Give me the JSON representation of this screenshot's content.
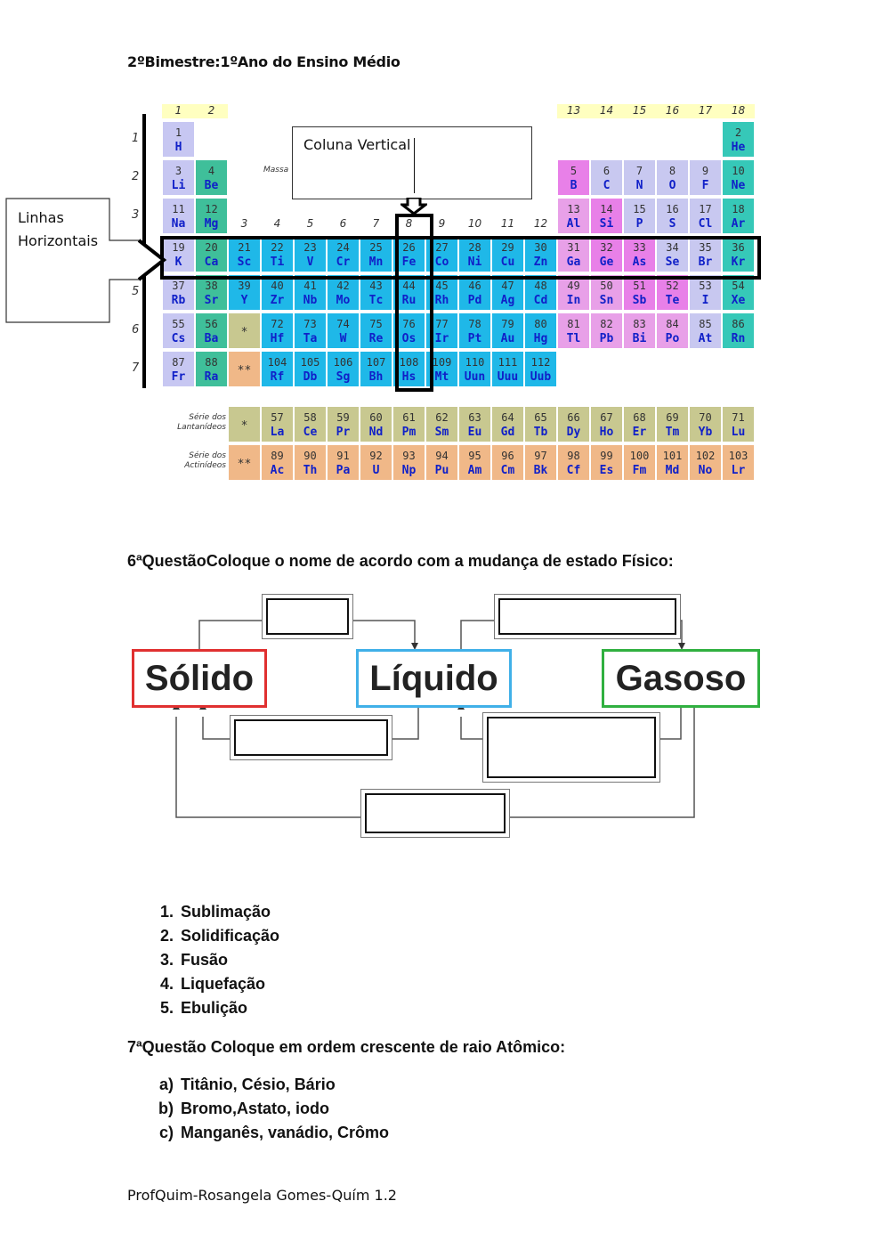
{
  "header": "2ºBimestre:1ºAno do Ensino Médio",
  "table": {
    "group_numbers": [
      "1",
      "2",
      "3",
      "4",
      "5",
      "6",
      "7",
      "8",
      "9",
      "10",
      "11",
      "12",
      "13",
      "14",
      "15",
      "16",
      "17",
      "18"
    ],
    "periods": [
      "1",
      "2",
      "3",
      "4",
      "5",
      "6",
      "7"
    ],
    "massa_label": "Massa",
    "lanthanide_marker": "*",
    "actinide_marker": "**",
    "lanthanide_label": "Série dos Lantanídeos",
    "actinide_label": "Série dos Actinídeos",
    "elements": [
      [
        1,
        "H",
        1,
        1
      ],
      [
        2,
        "He",
        1,
        18
      ],
      [
        3,
        "Li",
        2,
        1
      ],
      [
        4,
        "Be",
        2,
        2
      ],
      [
        5,
        "B",
        2,
        13
      ],
      [
        6,
        "C",
        2,
        14
      ],
      [
        7,
        "N",
        2,
        15
      ],
      [
        8,
        "O",
        2,
        16
      ],
      [
        9,
        "F",
        2,
        17
      ],
      [
        10,
        "Ne",
        2,
        18
      ],
      [
        11,
        "Na",
        3,
        1
      ],
      [
        12,
        "Mg",
        3,
        2
      ],
      [
        13,
        "Al",
        3,
        13
      ],
      [
        14,
        "Si",
        3,
        14
      ],
      [
        15,
        "P",
        3,
        15
      ],
      [
        16,
        "S",
        3,
        16
      ],
      [
        17,
        "Cl",
        3,
        17
      ],
      [
        18,
        "Ar",
        3,
        18
      ],
      [
        19,
        "K",
        4,
        1
      ],
      [
        20,
        "Ca",
        4,
        2
      ],
      [
        21,
        "Sc",
        4,
        3
      ],
      [
        22,
        "Ti",
        4,
        4
      ],
      [
        23,
        "V",
        4,
        5
      ],
      [
        24,
        "Cr",
        4,
        6
      ],
      [
        25,
        "Mn",
        4,
        7
      ],
      [
        26,
        "Fe",
        4,
        8
      ],
      [
        27,
        "Co",
        4,
        9
      ],
      [
        28,
        "Ni",
        4,
        10
      ],
      [
        29,
        "Cu",
        4,
        11
      ],
      [
        30,
        "Zn",
        4,
        12
      ],
      [
        31,
        "Ga",
        4,
        13
      ],
      [
        32,
        "Ge",
        4,
        14
      ],
      [
        33,
        "As",
        4,
        15
      ],
      [
        34,
        "Se",
        4,
        16
      ],
      [
        35,
        "Br",
        4,
        17
      ],
      [
        36,
        "Kr",
        4,
        18
      ],
      [
        37,
        "Rb",
        5,
        1
      ],
      [
        38,
        "Sr",
        5,
        2
      ],
      [
        39,
        "Y",
        5,
        3
      ],
      [
        40,
        "Zr",
        5,
        4
      ],
      [
        41,
        "Nb",
        5,
        5
      ],
      [
        42,
        "Mo",
        5,
        6
      ],
      [
        43,
        "Tc",
        5,
        7
      ],
      [
        44,
        "Ru",
        5,
        8
      ],
      [
        45,
        "Rh",
        5,
        9
      ],
      [
        46,
        "Pd",
        5,
        10
      ],
      [
        47,
        "Ag",
        5,
        11
      ],
      [
        48,
        "Cd",
        5,
        12
      ],
      [
        49,
        "In",
        5,
        13
      ],
      [
        50,
        "Sn",
        5,
        14
      ],
      [
        51,
        "Sb",
        5,
        15
      ],
      [
        52,
        "Te",
        5,
        16
      ],
      [
        53,
        "I",
        5,
        17
      ],
      [
        54,
        "Xe",
        5,
        18
      ],
      [
        55,
        "Cs",
        6,
        1
      ],
      [
        56,
        "Ba",
        6,
        2
      ],
      [
        72,
        "Hf",
        6,
        4
      ],
      [
        73,
        "Ta",
        6,
        5
      ],
      [
        74,
        "W",
        6,
        6
      ],
      [
        75,
        "Re",
        6,
        7
      ],
      [
        76,
        "Os",
        6,
        8
      ],
      [
        77,
        "Ir",
        6,
        9
      ],
      [
        78,
        "Pt",
        6,
        10
      ],
      [
        79,
        "Au",
        6,
        11
      ],
      [
        80,
        "Hg",
        6,
        12
      ],
      [
        81,
        "Tl",
        6,
        13
      ],
      [
        82,
        "Pb",
        6,
        14
      ],
      [
        83,
        "Bi",
        6,
        15
      ],
      [
        84,
        "Po",
        6,
        16
      ],
      [
        85,
        "At",
        6,
        17
      ],
      [
        86,
        "Rn",
        6,
        18
      ],
      [
        87,
        "Fr",
        7,
        1
      ],
      [
        88,
        "Ra",
        7,
        2
      ],
      [
        104,
        "Rf",
        7,
        4
      ],
      [
        105,
        "Db",
        7,
        5
      ],
      [
        106,
        "Sg",
        7,
        6
      ],
      [
        107,
        "Bh",
        7,
        7
      ],
      [
        108,
        "Hs",
        7,
        8
      ],
      [
        109,
        "Mt",
        7,
        9
      ],
      [
        110,
        "Uun",
        7,
        10
      ],
      [
        111,
        "Uuu",
        7,
        11
      ],
      [
        112,
        "Uub",
        7,
        12
      ]
    ],
    "lanthanides": [
      [
        57,
        "La"
      ],
      [
        58,
        "Ce"
      ],
      [
        59,
        "Pr"
      ],
      [
        60,
        "Nd"
      ],
      [
        61,
        "Pm"
      ],
      [
        62,
        "Sm"
      ],
      [
        63,
        "Eu"
      ],
      [
        64,
        "Gd"
      ],
      [
        65,
        "Tb"
      ],
      [
        66,
        "Dy"
      ],
      [
        67,
        "Ho"
      ],
      [
        68,
        "Er"
      ],
      [
        69,
        "Tm"
      ],
      [
        70,
        "Yb"
      ],
      [
        71,
        "Lu"
      ]
    ],
    "actinides": [
      [
        89,
        "Ac"
      ],
      [
        90,
        "Th"
      ],
      [
        91,
        "Pa"
      ],
      [
        92,
        "U"
      ],
      [
        93,
        "Np"
      ],
      [
        94,
        "Pu"
      ],
      [
        95,
        "Am"
      ],
      [
        96,
        "Cm"
      ],
      [
        97,
        "Bk"
      ],
      [
        98,
        "Cf"
      ],
      [
        99,
        "Es"
      ],
      [
        100,
        "Fm"
      ],
      [
        101,
        "Md"
      ],
      [
        102,
        "No"
      ],
      [
        103,
        "Lr"
      ]
    ],
    "colors": {
      "alkali": "#c7c7f2",
      "alkaline": "#3fbf9a",
      "hydrogen": "#c7c7f2",
      "transition": "#1fb8e8",
      "metalloid": "#e880e8",
      "nonmetal_pale": "#c8c8f0",
      "poor_metal": "#e8a0e8",
      "noble": "#36c8b8",
      "lanthanide": "#c8c890",
      "actinide": "#f0b888",
      "header_bg": "#ffffc0",
      "metal_bg": "#c0e8c0"
    }
  },
  "callouts": {
    "vertical": "Coluna Vertical",
    "horizontal_line1": "Linhas",
    "horizontal_line2": "Horizontais"
  },
  "q6": {
    "title": "6ªQuestãoColoque o nome de acordo com a mudança de estado Físico:",
    "states": [
      "Sólido",
      "Líquido",
      "Gasoso"
    ],
    "state_colors": [
      "#e03030",
      "#40b0e8",
      "#30b040"
    ]
  },
  "q6_list": [
    "Sublimação",
    "Solidificação",
    "Fusão",
    "Liquefação",
    "Ebulição"
  ],
  "q7": {
    "title": "7ªQuestão Coloque em ordem crescente de raio Atômico:",
    "items": [
      {
        "marker": "a)",
        "text": "Titânio, Césio, Bário"
      },
      {
        "marker": "b)",
        "text": "Bromo,Astato, iodo"
      },
      {
        "marker": "c)",
        "text": "Manganês, vanádio, Crômo"
      }
    ]
  },
  "footer": "ProfQuim-Rosangela Gomes-Quím 1.2"
}
